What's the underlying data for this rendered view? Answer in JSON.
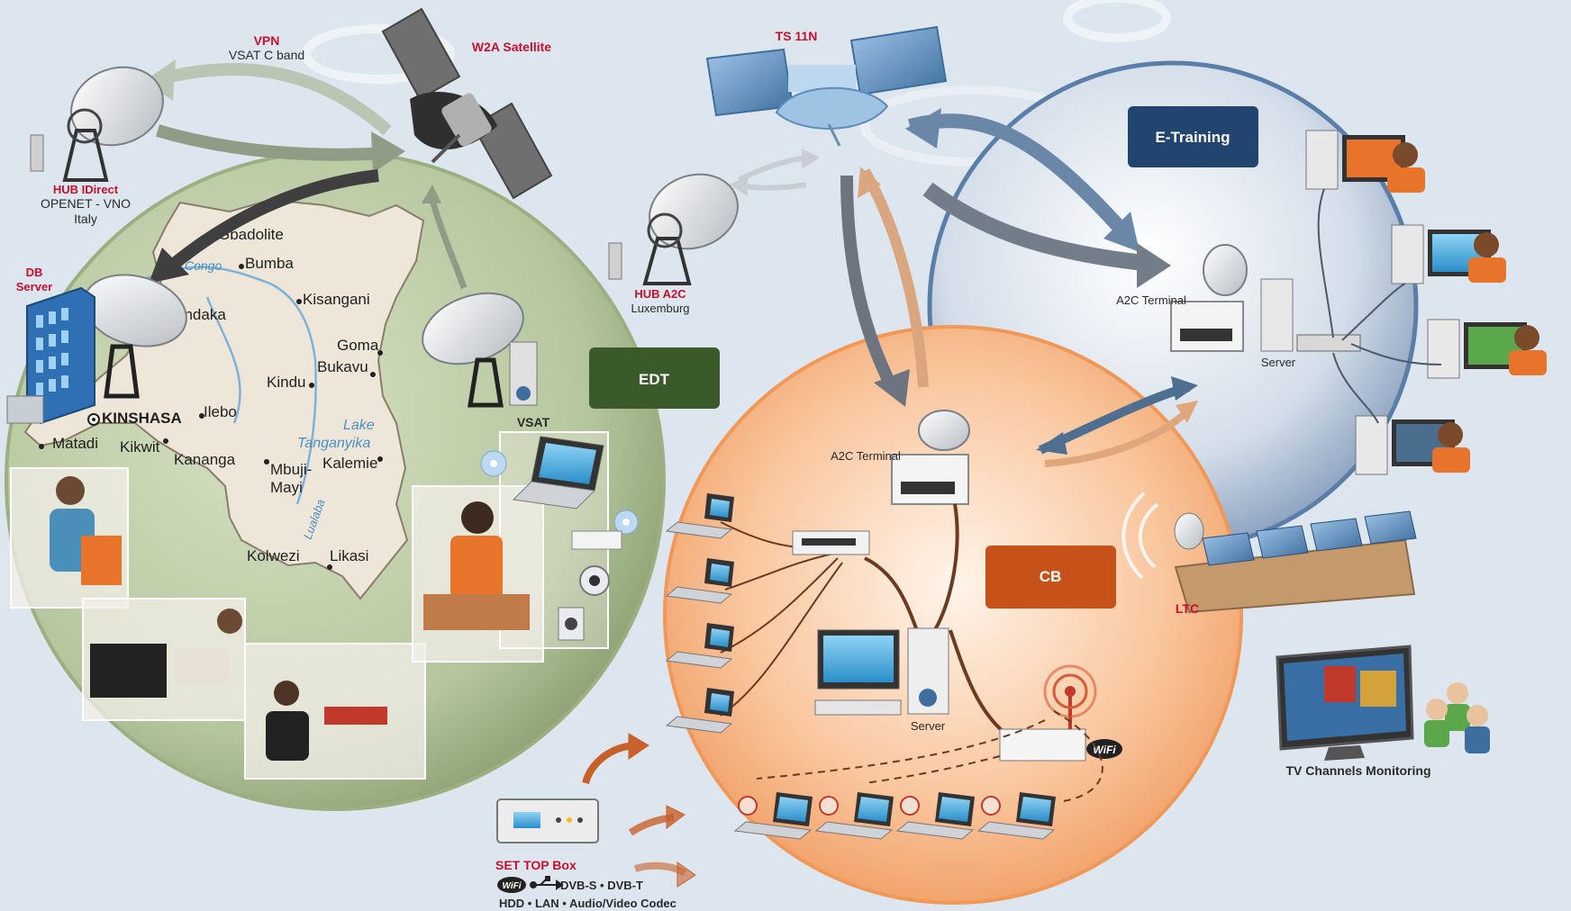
{
  "satellites": {
    "w2a": "W2A Satellite",
    "ts11n": "TS 11N"
  },
  "vpn": {
    "title": "VPN",
    "subtitle": "VSAT C band"
  },
  "hub_idirect": {
    "title": "HUB IDirect",
    "line2": "OPENET - VNO",
    "line3": "Italy"
  },
  "hub_a2c": {
    "title": "HUB A2C",
    "line2": "Luxemburg"
  },
  "db_server": {
    "line1": "DB",
    "line2": "Server"
  },
  "map": {
    "cities": [
      "Gbadolite",
      "Bumba",
      "Kisangani",
      "andaka",
      "Goma",
      "Bukavu",
      "Kindu",
      "KINSHASA",
      "Ilebo",
      "Matadi",
      "Kikwit",
      "Kananga",
      "Mbuji-",
      "Mayi",
      "Kalemie",
      "Kolwezi",
      "Likasi"
    ],
    "water": [
      "Congo",
      "Lake",
      "Tanganyika",
      "Lualaba"
    ]
  },
  "vsat": "VSAT",
  "boxes": {
    "edt": "EDT",
    "etraining": "E-Training",
    "cb": "CB"
  },
  "cb_zone": {
    "a2c_terminal": "A2C Terminal",
    "server": "Server",
    "wifi": "WiFi"
  },
  "etraining_zone": {
    "a2c_terminal": "A2C Terminal",
    "server": "Server"
  },
  "ltc": "LTC",
  "tv_monitoring": "TV Channels Monitoring",
  "stb": {
    "title": "SET TOP Box",
    "line1_wifi": "WiFi",
    "line1": "DVB-S • DVB-T",
    "line2": "HDD • LAN • Audio/Video Codec"
  },
  "colors": {
    "green_zone": "#a4b78a",
    "orange_zone": "#f6ad7a",
    "blue_zone": "#b8c8dc",
    "edt_box": "#3b5a2a",
    "etraining_box": "#21456e",
    "cb_box": "#c6521a",
    "label_red": "#c8102e"
  }
}
